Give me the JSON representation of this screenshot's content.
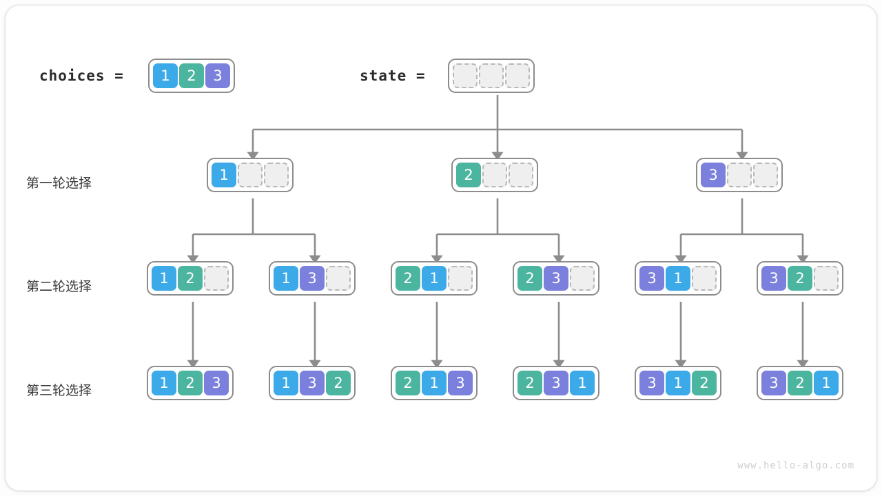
{
  "diagram": {
    "watermark": "www.hello-algo.com",
    "colors": {
      "value_1": "#3CA9E8",
      "value_2": "#4CB5A0",
      "value_3": "#7B80DC",
      "empty_cell": "#efefef",
      "wire": "#8c8c8c",
      "box_border": "#8c8c8c"
    }
  },
  "header": {
    "choices_label": "choices =",
    "choices_cells": [
      "1",
      "2",
      "3"
    ],
    "state_label": "state =",
    "state_cells": [
      "",
      "",
      ""
    ]
  },
  "rounds": [
    {
      "label": "第一轮选择",
      "nodes": [
        {
          "cells": [
            "1",
            "",
            ""
          ]
        },
        {
          "cells": [
            "2",
            "",
            ""
          ]
        },
        {
          "cells": [
            "3",
            "",
            ""
          ]
        }
      ]
    },
    {
      "label": "第二轮选择",
      "nodes": [
        {
          "cells": [
            "1",
            "2",
            ""
          ]
        },
        {
          "cells": [
            "1",
            "3",
            ""
          ]
        },
        {
          "cells": [
            "2",
            "1",
            ""
          ]
        },
        {
          "cells": [
            "2",
            "3",
            ""
          ]
        },
        {
          "cells": [
            "3",
            "1",
            ""
          ]
        },
        {
          "cells": [
            "3",
            "2",
            ""
          ]
        }
      ]
    },
    {
      "label": "第三轮选择",
      "nodes": [
        {
          "cells": [
            "1",
            "2",
            "3"
          ]
        },
        {
          "cells": [
            "1",
            "3",
            "2"
          ]
        },
        {
          "cells": [
            "2",
            "1",
            "3"
          ]
        },
        {
          "cells": [
            "2",
            "3",
            "1"
          ]
        },
        {
          "cells": [
            "3",
            "1",
            "2"
          ]
        },
        {
          "cells": [
            "3",
            "2",
            "1"
          ]
        }
      ]
    }
  ]
}
